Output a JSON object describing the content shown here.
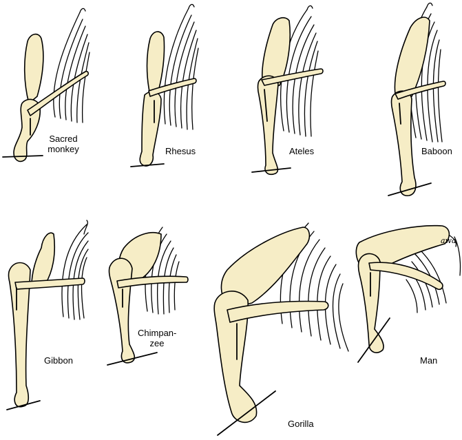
{
  "labels": {
    "sacred_monkey": "Sacred monkey",
    "rhesus": "Rhesus",
    "ateles": "Ateles",
    "baboon": "Baboon",
    "gibbon": "Gibbon",
    "chimpanzee": "Chimpan-zee",
    "gorilla": "Gorilla",
    "man": "Man"
  },
  "annotation": "awa",
  "colors": {
    "bone_fill": "#f6edc6",
    "line": "#000000",
    "background": "#ffffff"
  }
}
